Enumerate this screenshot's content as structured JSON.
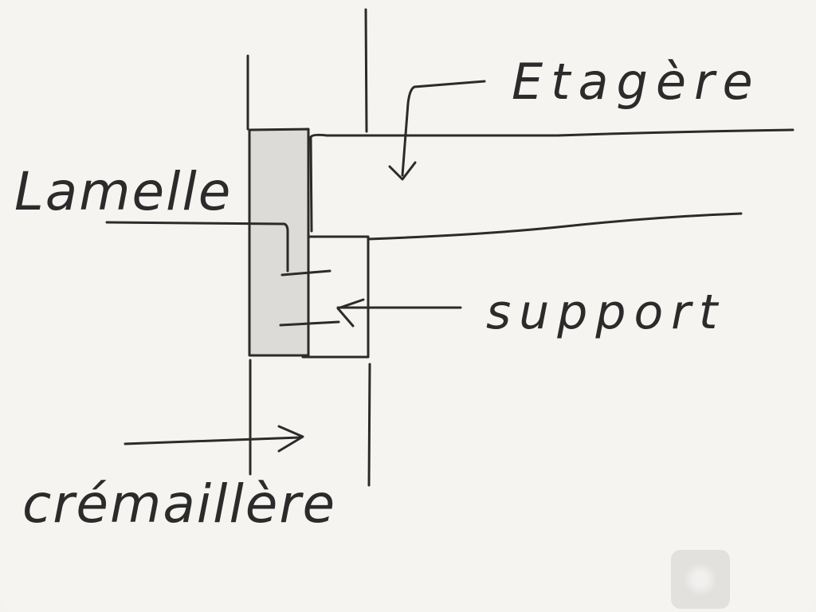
{
  "labels": {
    "etagere": "Etagère",
    "lamelle": "Lamelle",
    "support": "support",
    "cremaillere": "crémaillère"
  },
  "colors": {
    "ink": "#2b2b2b",
    "paper": "#f5f4f1",
    "lamelle_fill": "#dcdbd8",
    "button": "#e2e1de"
  },
  "icons": {
    "tool_button": "brush-tool-icon"
  }
}
